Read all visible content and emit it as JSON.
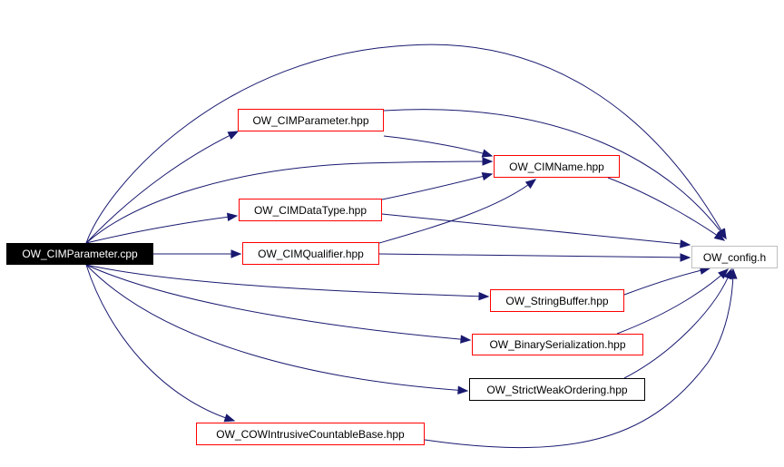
{
  "colors": {
    "edge": "#191970",
    "node_border": "#ff0000",
    "root_fill": "#000000",
    "root_text": "#ffffff"
  },
  "nodes": {
    "root": "OW_CIMParameter.cpp",
    "cimparameter_hpp": "OW_CIMParameter.hpp",
    "cimname_hpp": "OW_CIMName.hpp",
    "cimdatatype_hpp": "OW_CIMDataType.hpp",
    "cimqualifier_hpp": "OW_CIMQualifier.hpp",
    "config_h": "OW_config.h",
    "stringbuffer_hpp": "OW_StringBuffer.hpp",
    "binaryserialization_hpp": "OW_BinarySerialization.hpp",
    "strictweakordering_hpp": "OW_StrictWeakOrdering.hpp",
    "cowintrusive_hpp": "OW_COWIntrusiveCountableBase.hpp"
  }
}
